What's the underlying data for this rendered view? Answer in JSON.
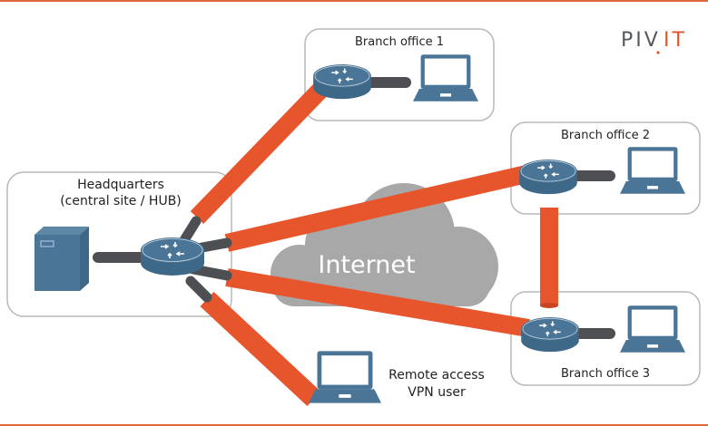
{
  "brand": {
    "logo_part1": "PIV",
    "logo_part2": "IT",
    "accent_color": "#e0552a",
    "device_color": "#4a7596",
    "cable_color": "#4d4f53",
    "cloud_color": "#a8a8a8"
  },
  "sites": {
    "headquarters": {
      "line1": "Headquarters",
      "line2": "(central site / HUB)"
    },
    "branch1": {
      "label": "Branch office 1"
    },
    "branch2": {
      "label": "Branch office 2"
    },
    "branch3": {
      "label": "Branch office 3"
    },
    "remote": {
      "line1": "Remote access",
      "line2": "VPN user"
    }
  },
  "cloud": {
    "label": "Internet"
  },
  "tunnels": [
    {
      "from": "headquarters",
      "to": "branch1"
    },
    {
      "from": "headquarters",
      "to": "branch2"
    },
    {
      "from": "headquarters",
      "to": "branch3"
    },
    {
      "from": "headquarters",
      "to": "remote"
    },
    {
      "from": "branch2",
      "to": "branch3"
    }
  ]
}
